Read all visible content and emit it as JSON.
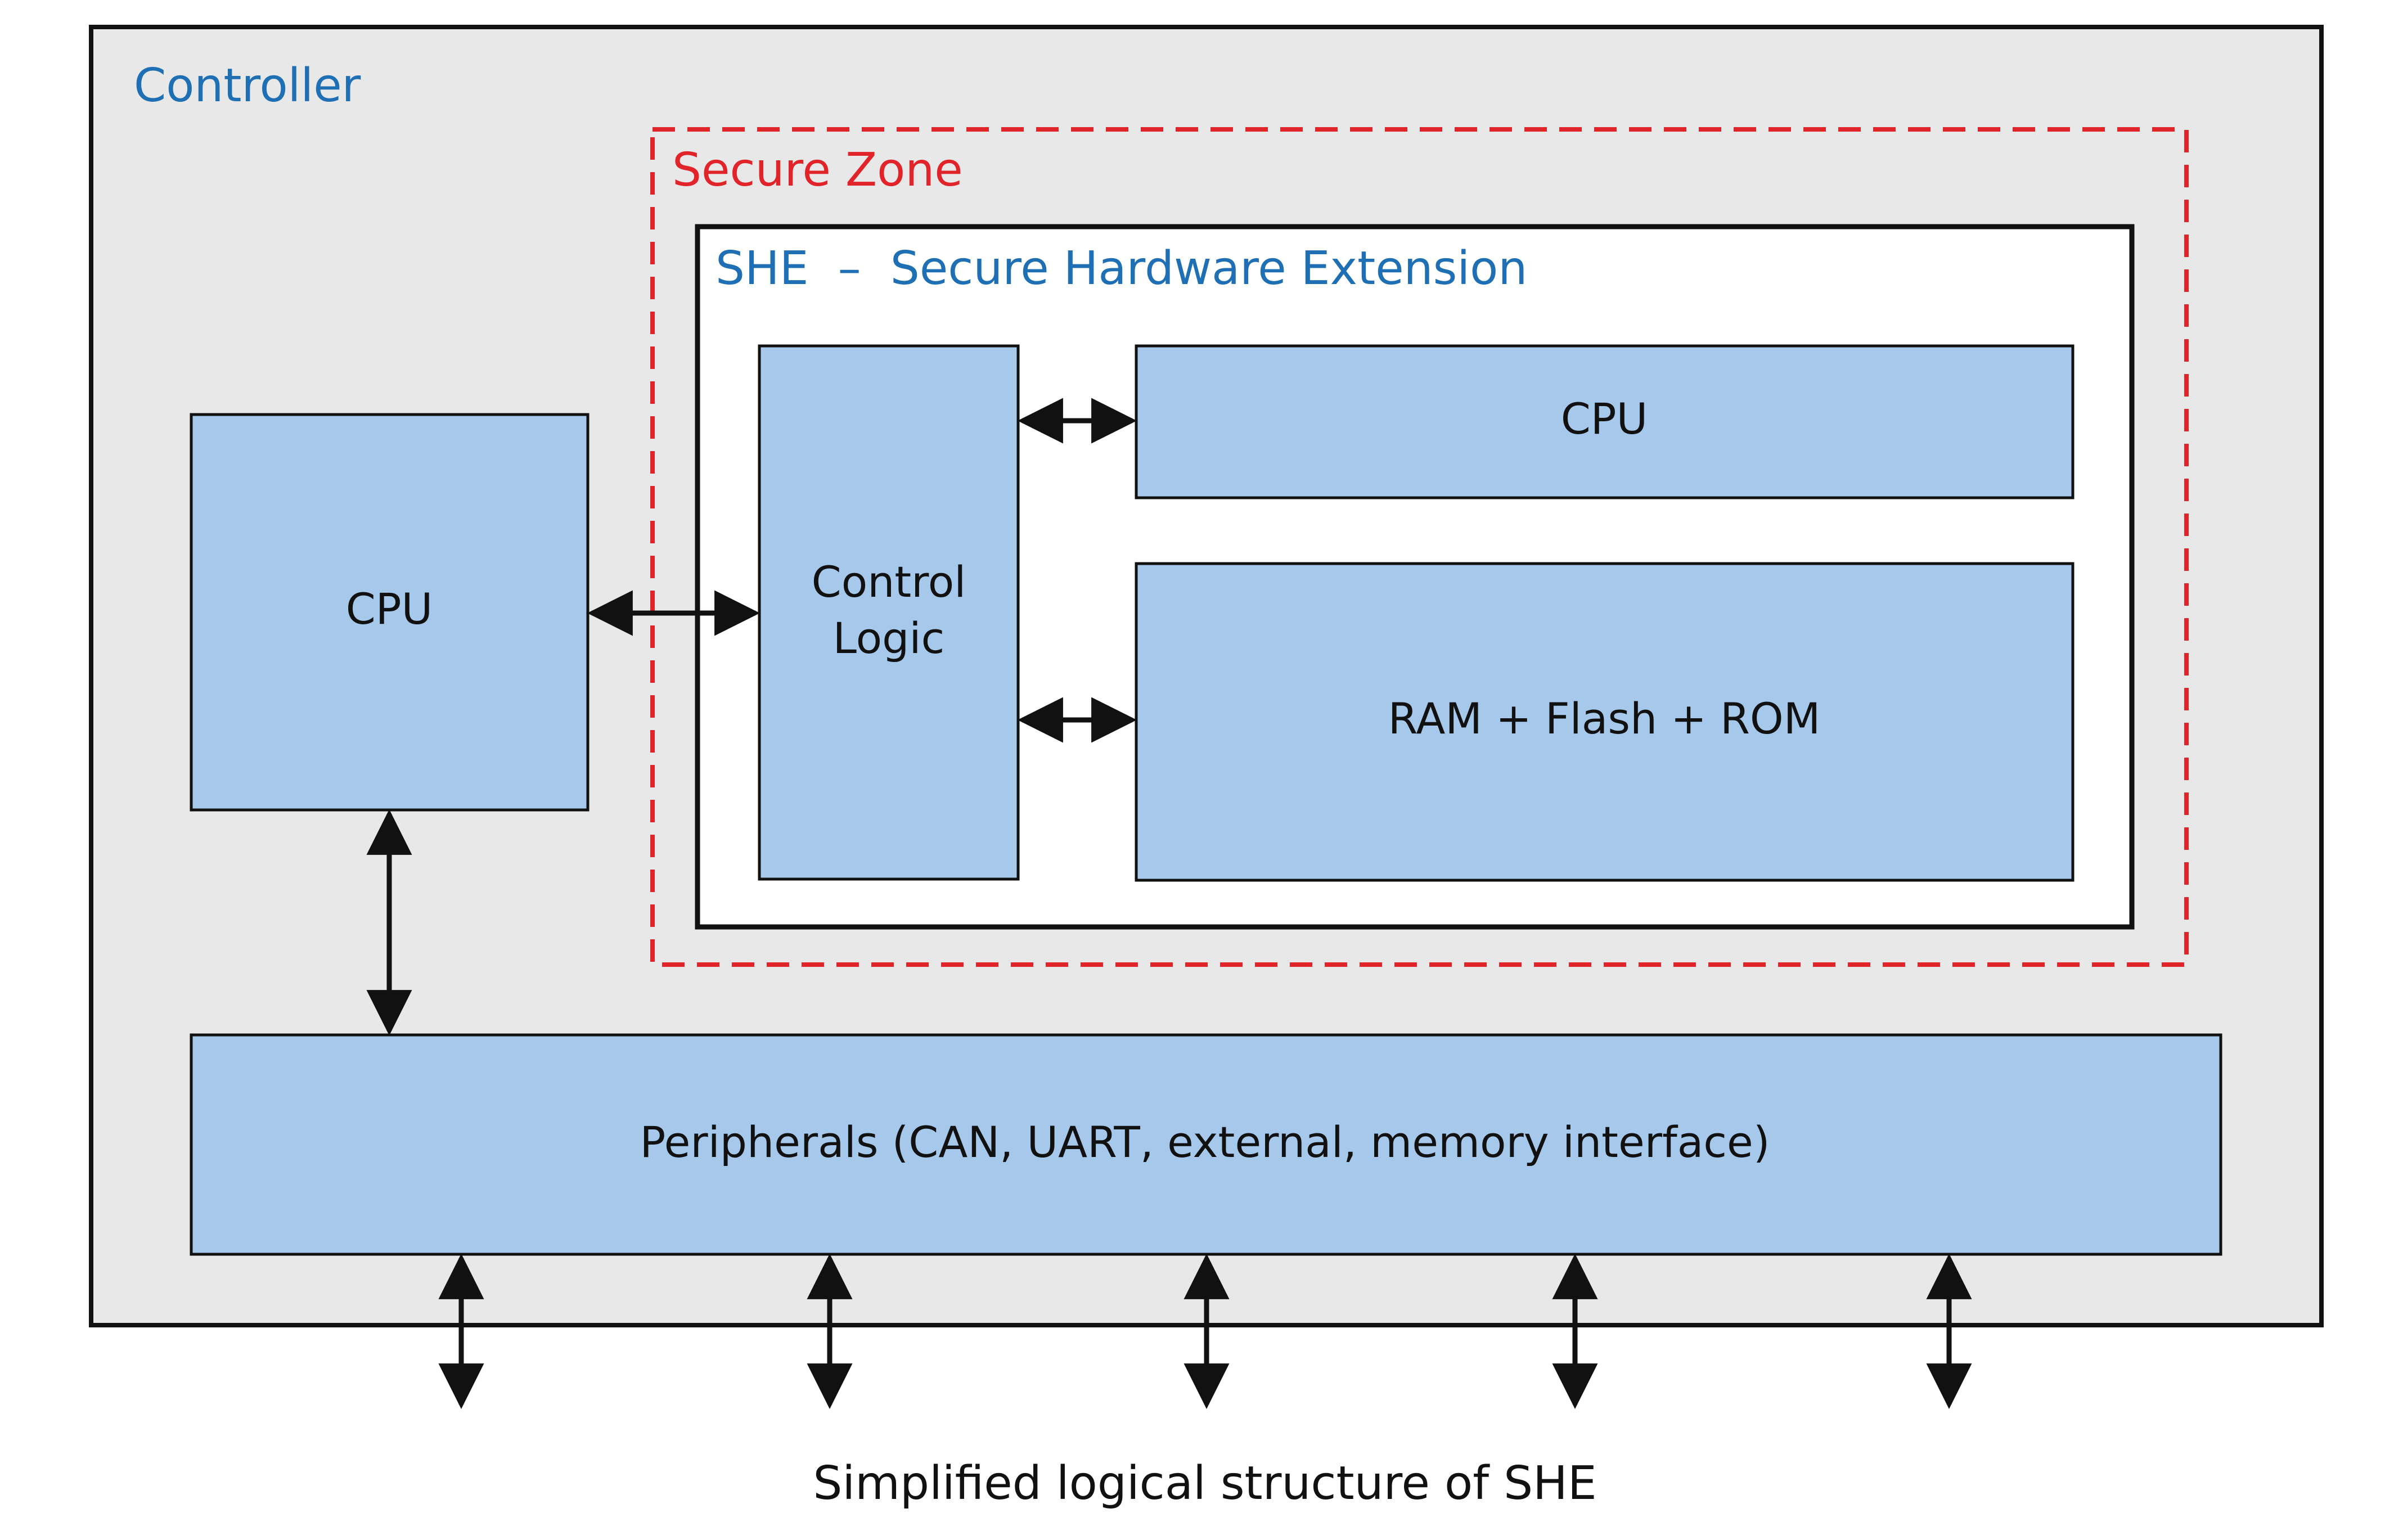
{
  "controller": {
    "label": "Controller",
    "background": "#e8e8e8"
  },
  "secure_zone": {
    "label": "Secure Zone",
    "border_color": "#e0242a"
  },
  "she": {
    "title": "SHE  –  Secure Hardware Extension",
    "background": "#ffffff"
  },
  "blocks": {
    "main_cpu": "CPU",
    "control_logic_line1": "Control",
    "control_logic_line2": "Logic",
    "she_cpu": "CPU",
    "memory": "RAM + Flash + ROM",
    "peripherals": "Peripherals (CAN, UART, external, memory interface)",
    "fill": "#a6c8eb"
  },
  "caption": "Simplified logical structure of SHE",
  "colors": {
    "title_blue": "#1f6fb4",
    "outline": "#111111"
  }
}
